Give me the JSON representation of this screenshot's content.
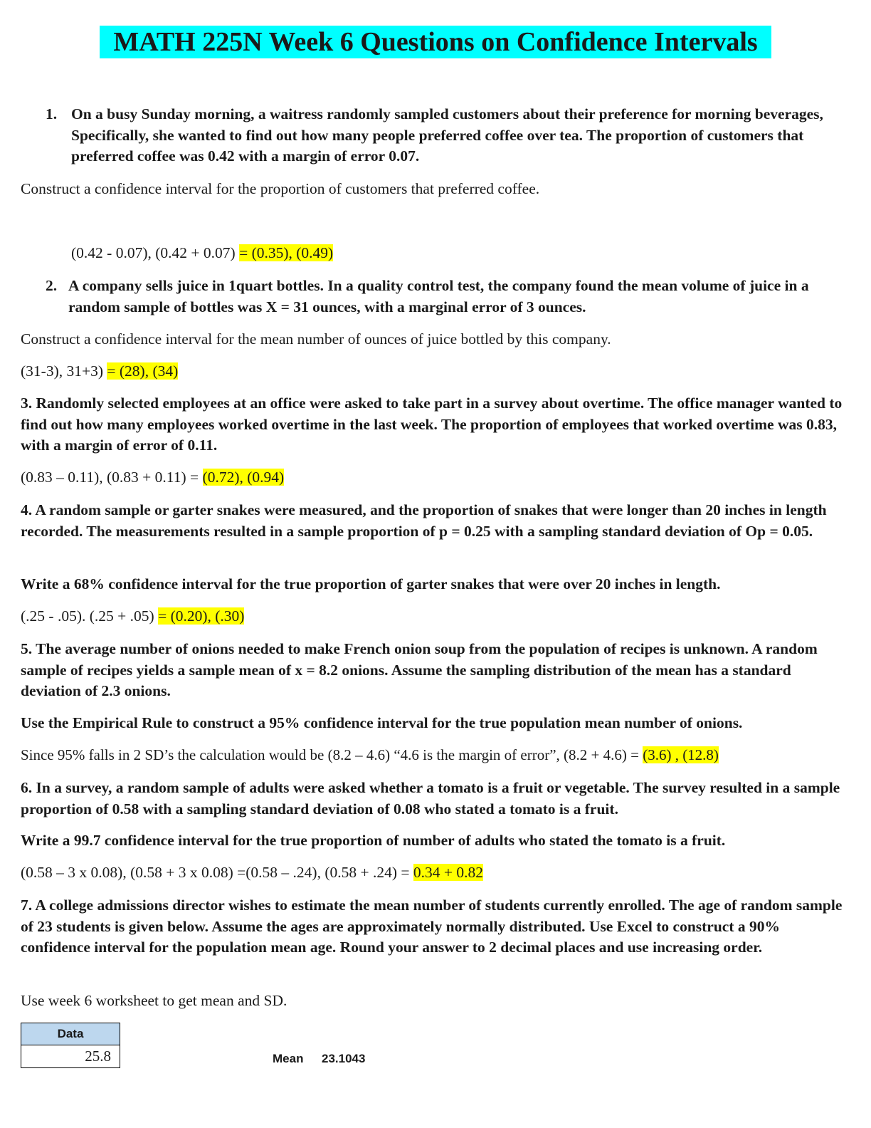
{
  "title": "MATH 225N Week 6 Questions on Confidence Intervals",
  "q1": {
    "num": "1.",
    "text": "On a busy Sunday morning, a waitress randomly sampled customers about their preference for morning beverages, Specifically, she wanted to find out how many people preferred coffee over tea.  The proportion of customers that preferred coffee was 0.42 with a margin of error 0.07.",
    "prompt": "Construct a confidence interval for the proportion of customers that preferred coffee.",
    "work": "(0.42 - 0.07), (0.42 + 0.07) ",
    "answer": "= (0.35), (0.49)"
  },
  "q2": {
    "num": "2.",
    "text": "A company sells juice in 1quart bottles. In a quality control test, the company found the mean volume of juice in a random sample of bottles was X = 31 ounces, with a marginal error of 3 ounces.",
    "prompt": "Construct a confidence interval for the mean number of ounces of juice bottled by this company.",
    "work": "(31-3), 31+3) ",
    "answer": "= (28), (34)"
  },
  "q3": {
    "text": "3. Randomly selected employees at an office were asked to take part in a survey about overtime.  The office manager wanted to find out how many employees worked overtime in the last week.  The proportion of employees that worked overtime was 0.83, with a margin of error of 0.11.",
    "work": "(0.83 – 0.11), (0.83 + 0.11) = ",
    "answer": "(0.72), (0.94)"
  },
  "q4": {
    "text": "4. A random sample or garter snakes were measured, and the proportion of snakes that were longer than 20 inches in length recorded.  The measurements resulted in a sample proportion of p = 0.25 with a sampling standard deviation of Op = 0.05.",
    "prompt": "Write a 68% confidence interval for the true proportion of garter snakes that were over 20 inches in length.",
    "work": "(.25 - .05). (.25 + .05) ",
    "answer": "= (0.20), (.30)"
  },
  "q5": {
    "text": "5. The average number of onions needed to make French onion soup from the population of recipes is unknown. A random sample of recipes yields a sample mean of x = 8.2 onions.  Assume the sampling distribution of the mean has a standard deviation of 2.3 onions.",
    "prompt": "Use the Empirical Rule to construct a 95% confidence interval for the true population mean number of onions.",
    "work": "Since 95% falls in 2 SD’s the calculation would be (8.2 – 4.6) “4.6 is the margin of error”, (8.2 + 4.6) = ",
    "answer": "(3.6) , (12.8)"
  },
  "q6": {
    "text": "6. In a survey, a random sample of adults were asked whether a tomato is a fruit or vegetable. The survey resulted in a sample proportion of 0.58 with a sampling standard deviation of 0.08 who stated a tomato is a fruit.",
    "prompt": "Write a 99.7 confidence interval for the true proportion of number of adults who stated the tomato is a fruit.",
    "work": "(0.58 – 3 x 0.08), (0.58 + 3 x 0.08) =(0.58 – .24), (0.58 + .24) = ",
    "answer": "0.34 + 0.82"
  },
  "q7": {
    "text": "7. A college admissions director wishes to estimate the mean number of students currently enrolled.  The age of random sample of 23 students is given below. Assume the ages are approximately normally distributed.  Use Excel to construct a 90% confidence interval for the population mean age.  Round your answer to 2 decimal places and use increasing order.",
    "note": "Use week 6 worksheet to get mean and SD."
  },
  "table": {
    "header": "Data",
    "value": "25.8"
  },
  "mean": {
    "label": "Mean",
    "value": "23.1043"
  }
}
